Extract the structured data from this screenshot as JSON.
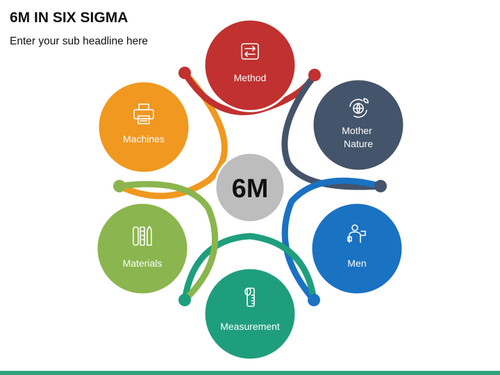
{
  "header": {
    "title": "6M IN SIX SIGMA",
    "subtitle": "Enter your sub headline here"
  },
  "center": {
    "label": "6M",
    "color": "#bdbdbd"
  },
  "nodes": [
    {
      "id": "method",
      "label_lines": [
        "Method"
      ],
      "color": "#c0312f",
      "icon": "exchange-icon"
    },
    {
      "id": "mother-nature",
      "label_lines": [
        "Mother",
        "Nature"
      ],
      "color": "#44546a",
      "icon": "eco-globe-icon"
    },
    {
      "id": "men",
      "label_lines": [
        "Men"
      ],
      "color": "#1a72c2",
      "icon": "worker-icon"
    },
    {
      "id": "measurement",
      "label_lines": [
        "Measurement"
      ],
      "color": "#1f9e7d",
      "icon": "tape-measure-icon"
    },
    {
      "id": "materials",
      "label_lines": [
        "Materials"
      ],
      "color": "#8bb54e",
      "icon": "materials-icon"
    },
    {
      "id": "machines",
      "label_lines": [
        "Machines"
      ],
      "color": "#f0981f",
      "icon": "printer-icon"
    }
  ],
  "footer": {
    "color": "#2fa37e"
  }
}
